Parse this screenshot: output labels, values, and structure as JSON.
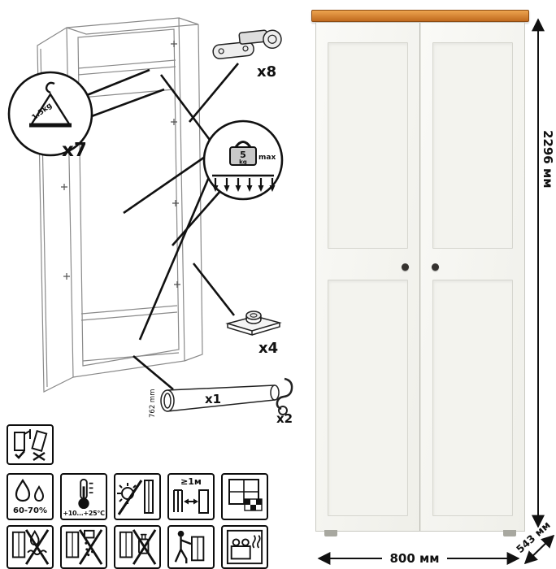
{
  "parts": {
    "hanger": {
      "count": "x7",
      "capacity": "1.5kg"
    },
    "hinge": {
      "count": "x8"
    },
    "load_limit": {
      "value": "5",
      "unit": "kg",
      "qualifier": "max"
    },
    "foot": {
      "count": "x4"
    },
    "rod": {
      "count": "x1",
      "length": "762 mm"
    },
    "hook": {
      "count": "x2"
    }
  },
  "dimensions": {
    "height": "2296 мм",
    "width": "800 мм",
    "depth": "543 мм"
  },
  "care": {
    "humidity": "60-70%",
    "temperature": "+10...+25°C",
    "distance": "≥1м"
  },
  "colors": {
    "trim": "#c97327",
    "outline": "#111111",
    "body": "#f6f6f2"
  }
}
